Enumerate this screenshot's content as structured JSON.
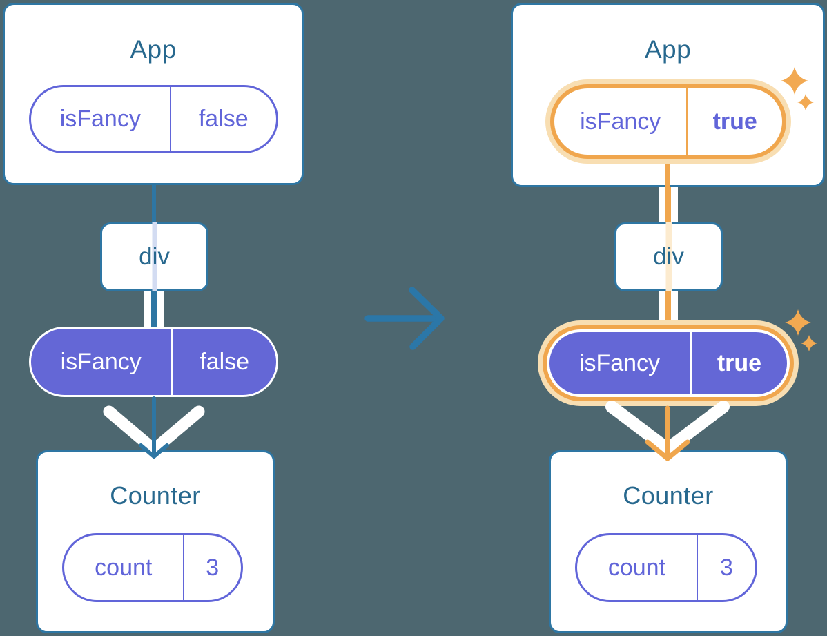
{
  "colors": {
    "background": "#4D6770",
    "card-bg": "#FFFFFF",
    "line-blue": "#2E76A3",
    "title-blue": "#27688E",
    "purple": "#6467D6",
    "purple-text": "#6165D9",
    "orange": "#F0A64D",
    "orange-pale": "#F8DEB2",
    "orange-stripe": "#FCEBCF",
    "lavender-stripe": "#D3DCF2"
  },
  "before": {
    "app_title": "App",
    "app_prop_name": "isFancy",
    "app_prop_value": "false",
    "div_label": "div",
    "pipe_prop_name": "isFancy",
    "pipe_prop_value": "false",
    "counter_title": "Counter",
    "counter_state_name": "count",
    "counter_state_value": "3"
  },
  "after": {
    "app_title": "App",
    "app_prop_name": "isFancy",
    "app_prop_value": "true",
    "div_label": "div",
    "pipe_prop_name": "isFancy",
    "pipe_prop_value": "true",
    "counter_title": "Counter",
    "counter_state_name": "count",
    "counter_state_value": "3"
  }
}
